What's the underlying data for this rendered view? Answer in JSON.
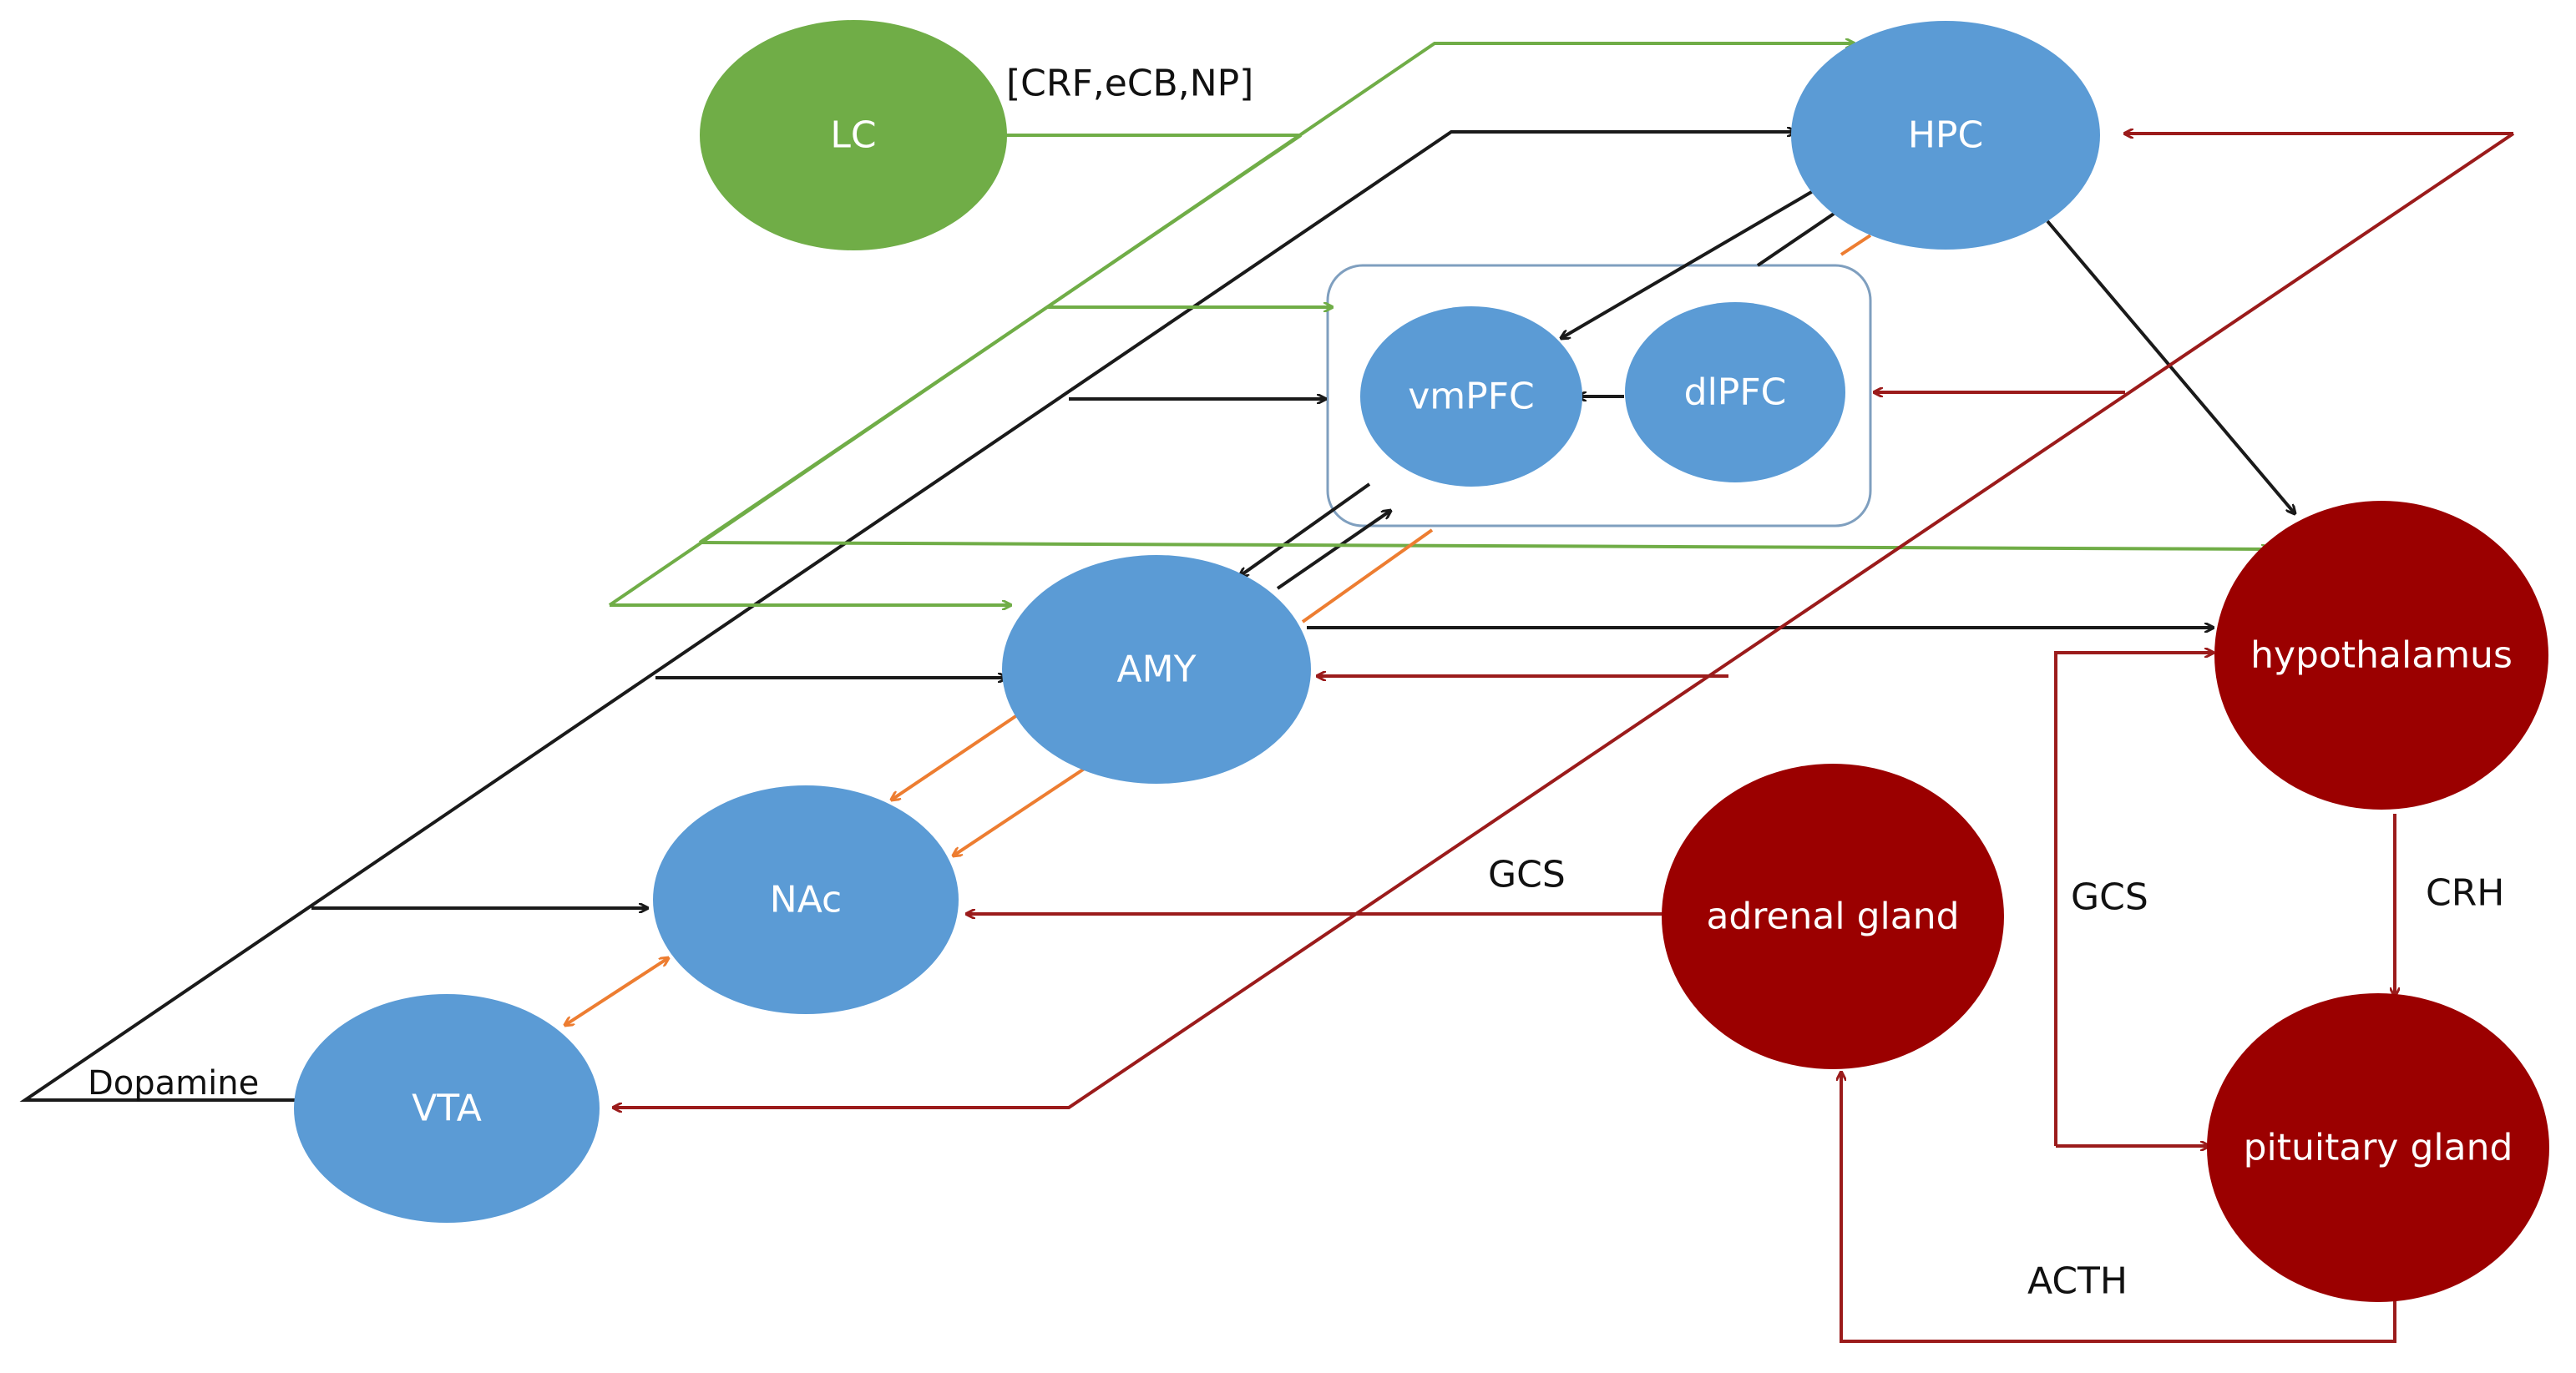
{
  "colors": {
    "blue_node": "#5b9bd5",
    "green_node": "#70ad47",
    "red_node": "#9b0000",
    "black_edge": "#1a1a1a",
    "green_edge": "#70ad47",
    "red_edge": "#9b1b1b",
    "orange_edge": "#ed7d31",
    "box_border": "#7f9fbf"
  },
  "nodes": {
    "lc": "LC",
    "hpc": "HPC",
    "vmpfc": "vmPFC",
    "dlpfc": "dlPFC",
    "amy": "AMY",
    "nac": "NAc",
    "vta": "VTA",
    "hypothalamus": "hypothalamus",
    "adrenal": "adrenal gland",
    "pituitary": "pituitary gland"
  },
  "labels": {
    "lc_output": "[CRF,eCB,NP]",
    "dopamine": "Dopamine",
    "gcs_adrenal": "GCS",
    "gcs_feedback": "GCS",
    "crh": "CRH",
    "acth": "ACTH"
  }
}
